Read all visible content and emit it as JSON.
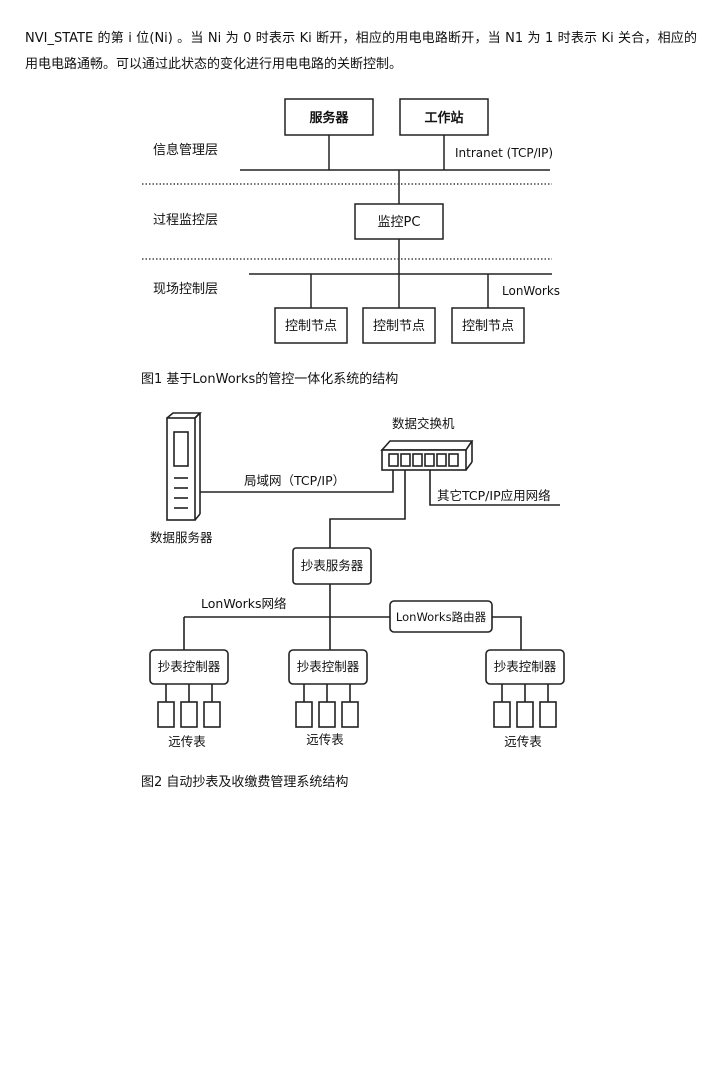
{
  "intro_text": "NVI_STATE 的第 i 位(Ni) 。当 Ni 为 0 时表示 Ki 断开，相应的用电电路断开，当 N1 为 1 时表示 Ki 关合，相应的用电电路通畅。可以通过此状态的变化进行用电电路的关断控制。",
  "figure1": {
    "caption": "图1 基于LonWorks的管控一体化系统的结构",
    "layers": {
      "info": "信息管理层",
      "process": "过程监控层",
      "field": "现场控制层"
    },
    "server": "服务器",
    "workstation": "工作站",
    "intranet_label": "Intranet (TCP/IP)",
    "monitor_pc": "监控PC",
    "lonworks_label": "LonWorks",
    "control_nodes": [
      "控制节点",
      "控制节点",
      "控制节点"
    ]
  },
  "figure2": {
    "caption": "图2 自动抄表及收缴费管理系统结构",
    "data_server": "数据服务器",
    "data_switch": "数据交换机",
    "lan_label": "局域网（TCP/IP）",
    "other_network": "其它TCP/IP应用网络",
    "meter_server": "抄表服务器",
    "lonworks_network": "LonWorks网络",
    "lonworks_router": "LonWorks路由器",
    "meter_controllers": [
      "抄表控制器",
      "抄表控制器",
      "抄表控制器"
    ],
    "remote_meters": [
      "远传表",
      "远传表",
      "远传表"
    ]
  }
}
